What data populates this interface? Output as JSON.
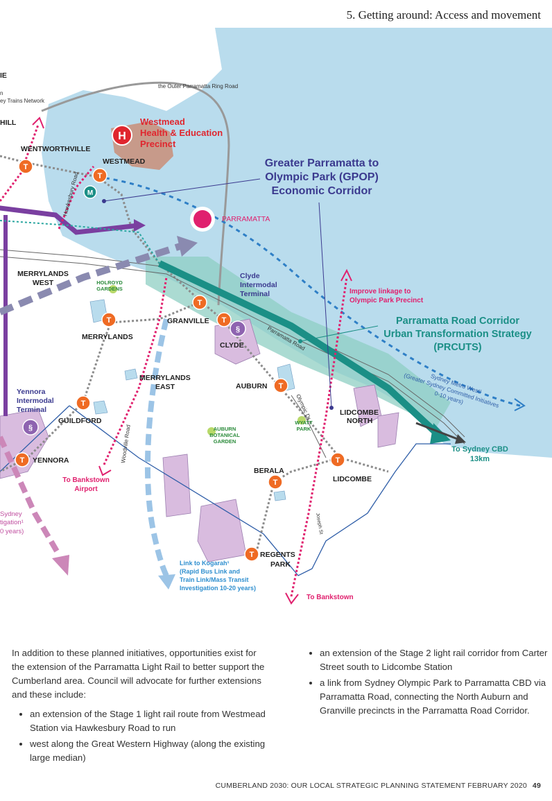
{
  "header": {
    "title": "5. Getting around: Access and movement"
  },
  "map": {
    "edge_labels": {
      "ie": "IE",
      "n": "n",
      "ey_trains": "ey Trains Network",
      "hill": "HILL"
    },
    "corridor_labels": {
      "ring_road": "the Outer Parramatta Ring Road",
      "westmead_precinct": [
        "Westmead",
        "Health & Education",
        "Precinct"
      ],
      "gpop": [
        "Greater Parramatta to",
        "Olympic Park (GPOP)",
        "Economic Corridor"
      ],
      "prcuts": [
        "Parramatta Road Corridor",
        "Urban Transformation Strategy",
        "(PRCUTS)"
      ],
      "improve_linkage": [
        "Improve linkage to",
        "Olympic Park Precinct"
      ],
      "metro_west": [
        "Sydney Metro West¹",
        "(Greater Sydney Committed Initiatives",
        "0-10 years)"
      ],
      "to_sydney_cbd": [
        "To Sydney CBD",
        "13km"
      ],
      "to_bankstown_airport": [
        "To Bankstown",
        "Airport"
      ],
      "to_bankstown": "To Bankstown",
      "link_kogarah": [
        "Link to Kogarah¹",
        "(Rapid Bus Link and",
        "Train Link/Mass Transit",
        "Investigation 10-20 years)"
      ],
      "sydney_left": [
        "Sydney",
        "tigation¹",
        "0 years)"
      ]
    },
    "places": {
      "wentworthville": "WENTWORTHVILLE",
      "westmead": "WESTMEAD",
      "parramatta": "PARRAMATTA",
      "merrylands_west": [
        "MERRYLANDS",
        "WEST"
      ],
      "merrylands": "MERRYLANDS",
      "merrylands_east": [
        "MERRYLANDS",
        "EAST"
      ],
      "granville": "GRANVILLE",
      "clyde": "CLYDE",
      "clyde_terminal": [
        "Clyde",
        "Intermodal",
        "Terminal"
      ],
      "yennora_terminal": [
        "Yennora",
        "Intermodal",
        "Terminal"
      ],
      "guildford": "GUILDFORD",
      "yennora": "YENNORA",
      "auburn": "AUBURN",
      "lidcombe_north": [
        "LIDCOMBE",
        "NORTH"
      ],
      "lidcombe": "LIDCOMBE",
      "berala": "BERALA",
      "regents_park": [
        "REGENTS",
        "PARK"
      ]
    },
    "parks": {
      "holroyd": [
        "HOLROYD",
        "GARDENS"
      ],
      "auburn_botanical": [
        "AUBURN",
        "BOTANICAL",
        "GARDEN"
      ],
      "wyatt": [
        "WYATT",
        "PARK"
      ]
    },
    "roads": {
      "hawkesbury": "Hawkesbury Road",
      "woodville": "Woodville Road",
      "parramatta_rd": "Parramatta Road",
      "olympic_dr": "Olympic Dr",
      "joseph_st": "Joseph St"
    },
    "icons": {
      "train": "T",
      "metro": "M",
      "hospital": "H"
    },
    "colors": {
      "water_blue": "#b9dced",
      "magenta": "#e0206e",
      "navy": "#3b3a8f",
      "teal": "#1b8f86",
      "train_orange": "#ef6b24",
      "purple": "#7a3fa0",
      "lilac": "#d9bcdf"
    }
  },
  "body": {
    "intro": "In addition to these planned initiatives, opportunities exist for the extension of the Parramatta Light Rail to better support the Cumberland area. Council will advocate for further extensions and these include:",
    "bullets_left": [
      "an extension of the Stage 1 light rail route from Westmead Station via Hawkesbury Road to run",
      "west along the Great Western Highway (along the existing large median)"
    ],
    "bullets_right": [
      "an extension of the Stage 2 light rail corridor from Carter Street south to Lidcombe Station",
      "a link from Sydney Olympic Park to Parramatta CBD via Parramatta Road, connecting the North Auburn and Granville precincts in the Parramatta Road Corridor."
    ]
  },
  "footer": {
    "title": "CUMBERLAND 2030: OUR LOCAL STRATEGIC PLANNING STATEMENT FEBRUARY 2020",
    "page": "49"
  }
}
